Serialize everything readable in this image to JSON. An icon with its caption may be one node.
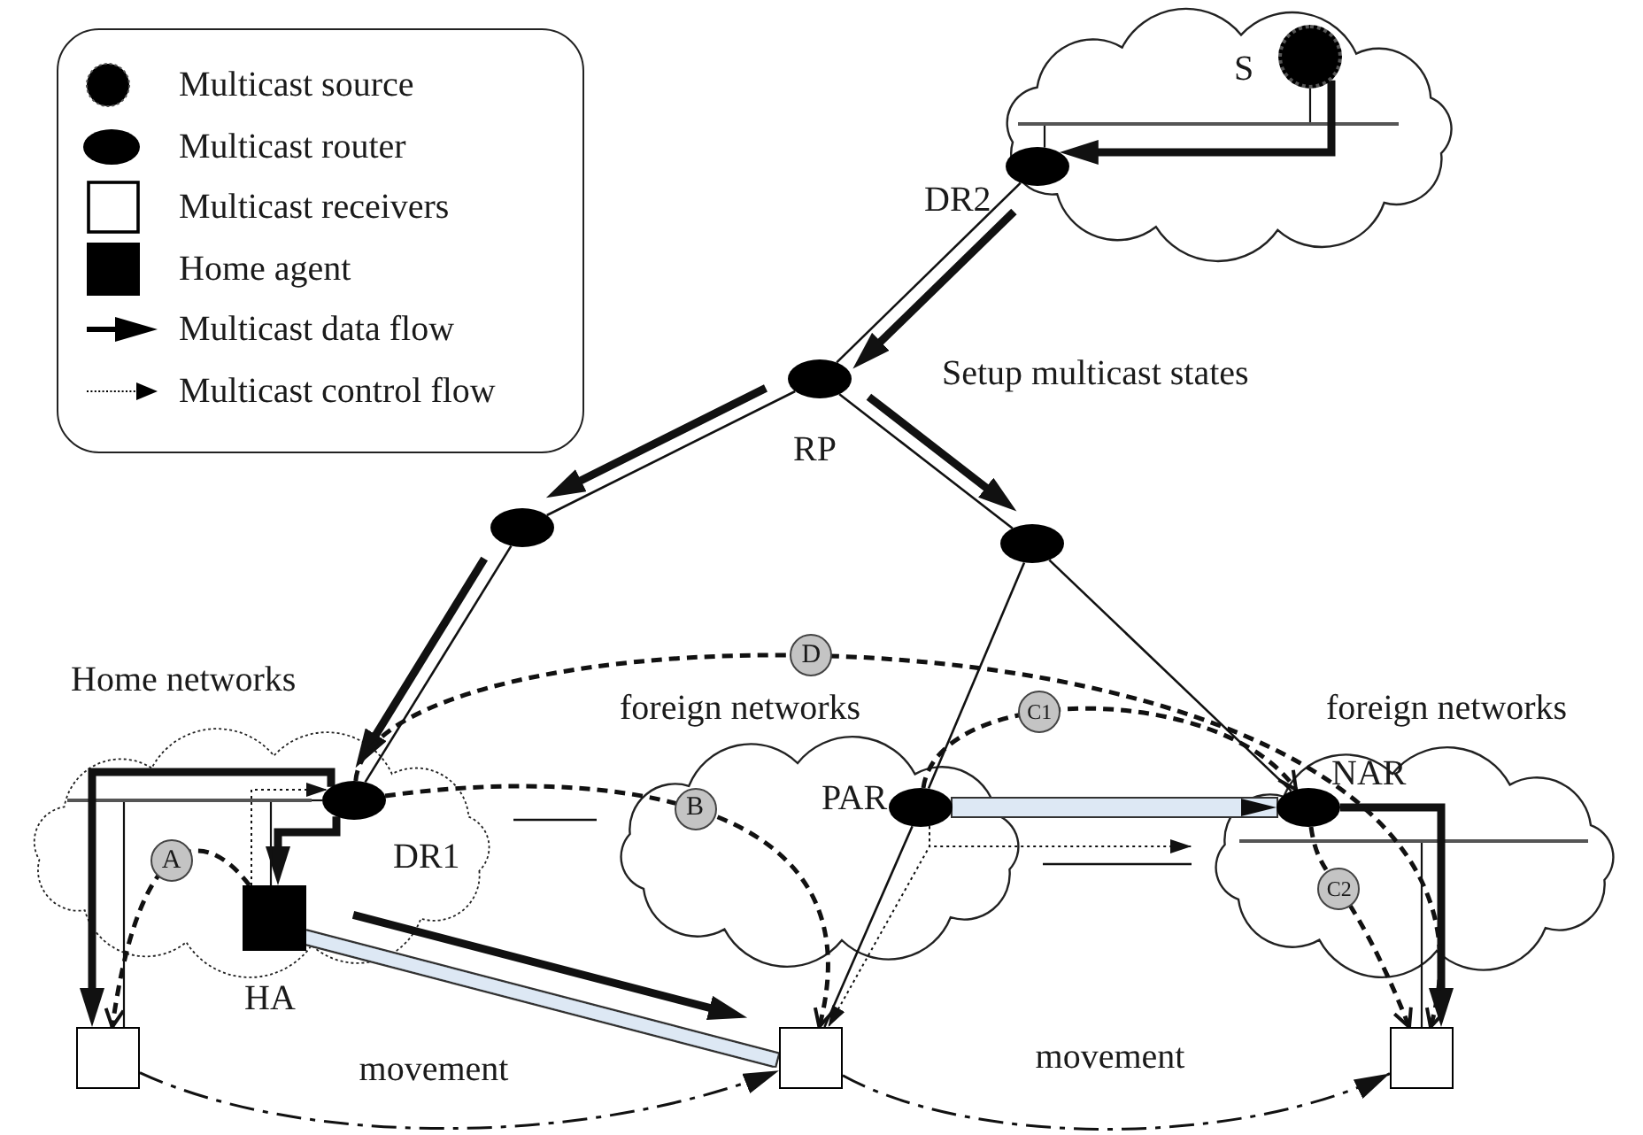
{
  "diagram": {
    "nodes": [
      {
        "text": [],
        "shape": "cloud"
      },
      {
        "text": [],
        "shape": "circle",
        "beside": [
          "S"
        ],
        "in": 0
      },
      {
        "text": [],
        "shape": "ellipse",
        "beside": [
          "DR2"
        ],
        "in": 0
      },
      {
        "text": [],
        "shape": "ellipse",
        "beside": [
          "RP"
        ]
      },
      {
        "text": [],
        "shape": "ellipse"
      },
      {
        "text": [],
        "shape": "ellipse"
      },
      {
        "text": [
          "Home networks"
        ]
      },
      {
        "text": [],
        "shape": "ellipse",
        "beside": [
          "DR1"
        ],
        "in": 6
      },
      {
        "text": [],
        "shape": "square",
        "beside": [
          "HA"
        ],
        "in": 6
      },
      {
        "text": [
          "foreign networks"
        ]
      },
      {
        "text": [],
        "shape": "ellipse",
        "beside": [
          "PAR"
        ],
        "in": 9
      },
      {
        "text": [
          "foreign networks"
        ]
      },
      {
        "text": [],
        "shape": "ellipse",
        "beside": [
          "NAR"
        ],
        "in": 11
      },
      {
        "text": [],
        "shape": "box"
      },
      {
        "text": [],
        "shape": "box"
      },
      {
        "text": [],
        "shape": "box"
      },
      {
        "text": [],
        "shape": "bar",
        "in": 0
      },
      {
        "text": [],
        "shape": "bar",
        "in": 6
      },
      {
        "text": [],
        "shape": "bar",
        "in": 11
      }
    ],
    "edges": [
      {
        "from": 1,
        "to": 2,
        "arrow": "to",
        "style": "thick"
      },
      {
        "from": 2,
        "to": 3,
        "arrow": "none"
      },
      {
        "from": 2,
        "to": 3,
        "arrow": "to",
        "style": "thick"
      },
      {
        "from": 3,
        "to": 4,
        "arrow": "none"
      },
      {
        "from": 3,
        "to": 4,
        "arrow": "to",
        "style": "thick"
      },
      {
        "from": 4,
        "to": 7,
        "arrow": "none"
      },
      {
        "from": 4,
        "to": 7,
        "arrow": "to",
        "style": "thick"
      },
      {
        "from": 3,
        "to": 5,
        "arrow": "none"
      },
      {
        "from": 3,
        "to": 5,
        "arrow": "to",
        "style": "thick"
      },
      {
        "from": 5,
        "to": 10,
        "arrow": "none"
      },
      {
        "from": 5,
        "to": 12,
        "arrow": "none"
      },
      {
        "from": 6,
        "to": 9,
        "arrow": "none"
      },
      {
        "from": 9,
        "to": 11,
        "arrow": "none"
      },
      {
        "from": 10,
        "to": 14,
        "arrow": "none"
      },
      {
        "from": 7,
        "to": 13,
        "arrow": "to",
        "style": "thick"
      },
      {
        "from": 7,
        "to": 8,
        "arrow": "to",
        "style": "thick"
      },
      {
        "from": 8,
        "to": 7,
        "arrow": "to",
        "style": "dashed"
      },
      {
        "from": 8,
        "to": 14,
        "arrow": "to",
        "style": "thick"
      },
      {
        "from": 8,
        "to": 14,
        "arrow": "none",
        "style": "thick",
        "color": "#dde8f4"
      },
      {
        "from": 10,
        "to": 12,
        "arrow": "to",
        "style": "thick",
        "color": "#dde8f4"
      },
      {
        "from": 10,
        "to": 11,
        "arrow": "to",
        "style": "dashed"
      },
      {
        "from": 10,
        "to": 14,
        "arrow": "to",
        "style": "dashed"
      },
      {
        "from": 12,
        "to": 15,
        "arrow": "to",
        "style": "thick"
      },
      {
        "from": 8,
        "to": 13,
        "arrow": "to",
        "style": "dashed",
        "label": "A"
      },
      {
        "from": 7,
        "to": 14,
        "arrow": "to",
        "style": "dashed",
        "label": "B"
      },
      {
        "from": 7,
        "to": 15,
        "arrow": "to",
        "style": "dashed",
        "label": "D"
      },
      {
        "from": 10,
        "to": 12,
        "arrow": "to",
        "style": "dashed",
        "label": "C1"
      },
      {
        "from": 12,
        "to": 15,
        "arrow": "to",
        "style": "dashed",
        "label": "C2"
      },
      {
        "from": 13,
        "to": 14,
        "arrow": "to",
        "style": "dashed",
        "label": "movement"
      },
      {
        "from": 14,
        "to": 15,
        "arrow": "to",
        "style": "dashed",
        "label": "movement"
      },
      {
        "from": 1,
        "to": 16,
        "arrow": "none"
      },
      {
        "from": 16,
        "to": 2,
        "arrow": "none"
      },
      {
        "from": 17,
        "to": 7,
        "arrow": "none"
      },
      {
        "from": 17,
        "to": 8,
        "arrow": "none"
      },
      {
        "from": 17,
        "to": 13,
        "arrow": "none"
      },
      {
        "from": 18,
        "to": 15,
        "arrow": "none"
      }
    ],
    "labels": [
      "Setup multicast states"
    ],
    "legend": [
      {
        "text": "Multicast source"
      },
      {
        "text": "Multicast router"
      },
      {
        "text": "Multicast receivers"
      },
      {
        "text": "Home agent"
      },
      {
        "text": "Multicast data flow"
      },
      {
        "text": "Multicast control flow"
      }
    ]
  }
}
